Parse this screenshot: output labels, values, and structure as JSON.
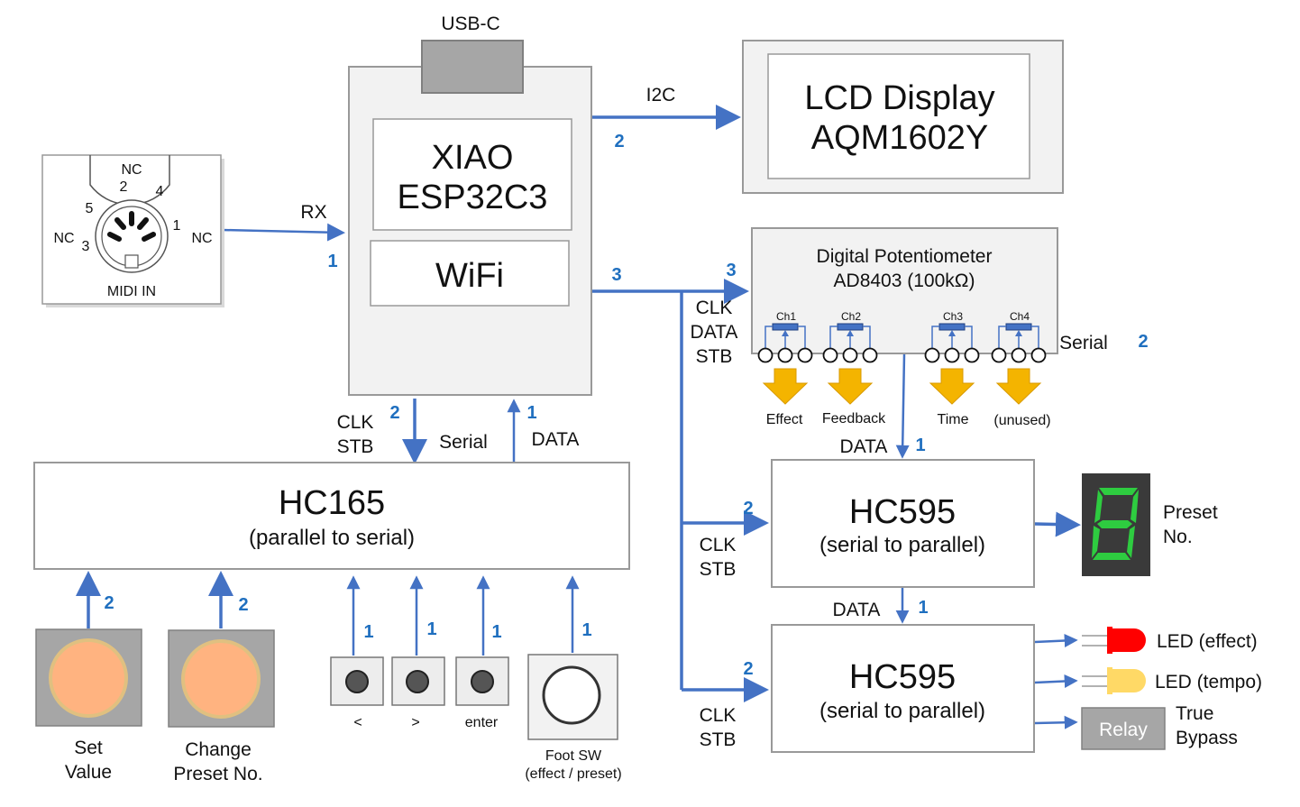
{
  "colors": {
    "wire": "#4472c4",
    "box_fill": "#f2f2f2",
    "box_stroke": "#999999",
    "number": "#1f6fbf",
    "knob": "#ffb380",
    "knob_base": "#a6a6a6",
    "arrow_gold": "#f4b400",
    "led_red": "#ff0000",
    "led_yellow": "#ffd966",
    "seg_on": "#2ecc40",
    "seg_bg": "#3a3a3a",
    "relay_fill": "#a6a6a6"
  },
  "usb": {
    "label": "USB-C"
  },
  "mcu": {
    "name_line1": "XIAO",
    "name_line2": "ESP32C3",
    "wifi": "WiFi"
  },
  "lcd": {
    "line1": "LCD Display",
    "line2": "AQM1602Y"
  },
  "midi": {
    "label": "MIDI IN",
    "nc_top": "NC",
    "nc_left": "NC",
    "nc_right": "NC",
    "pin1": "1",
    "pin2": "2",
    "pin3": "3",
    "pin4": "4",
    "pin5": "5"
  },
  "pot": {
    "line1": "Digital Potentiometer",
    "line2": "AD8403 (100kΩ)",
    "ch1": "Ch1",
    "ch2": "Ch2",
    "ch3": "Ch3",
    "ch4": "Ch4",
    "out1": "Effect",
    "out2": "Feedback",
    "out3": "Time",
    "out4": "(unused)"
  },
  "hc165": {
    "title": "HC165",
    "subtitle": "(parallel to serial)"
  },
  "hc595a": {
    "title": "HC595",
    "subtitle": "(serial to parallel)"
  },
  "hc595b": {
    "title": "HC595",
    "subtitle": "(serial to parallel)"
  },
  "signals": {
    "i2c": "I2C",
    "rx": "RX",
    "clk": "CLK",
    "data": "DATA",
    "stb": "STB",
    "serial": "Serial"
  },
  "wire_counts": {
    "i2c": "2",
    "rx": "1",
    "pot_bus": "3",
    "pot_bus2": "3",
    "serial_out": "2",
    "hc165_clk": "2",
    "hc165_data": "1",
    "hc595a_data": "1",
    "hc595a_clk": "2",
    "hc595b_data": "1",
    "hc595b_clk": "2",
    "set_value": "2",
    "change_preset": "2",
    "btn_lt": "1",
    "btn_gt": "1",
    "btn_enter": "1",
    "foot_sw": "1"
  },
  "inputs": {
    "set_value_line1": "Set",
    "set_value_line2": "Value",
    "change_preset_line1": "Change",
    "change_preset_line2": "Preset No.",
    "btn_lt": "<",
    "btn_gt": ">",
    "btn_enter": "enter",
    "foot_line1": "Foot SW",
    "foot_line2": "(effect / preset)"
  },
  "outputs": {
    "preset_line1": "Preset",
    "preset_line2": "No.",
    "led_effect": "LED (effect)",
    "led_tempo": "LED (tempo)",
    "relay": "Relay",
    "bypass_line1": "True",
    "bypass_line2": "Bypass"
  }
}
